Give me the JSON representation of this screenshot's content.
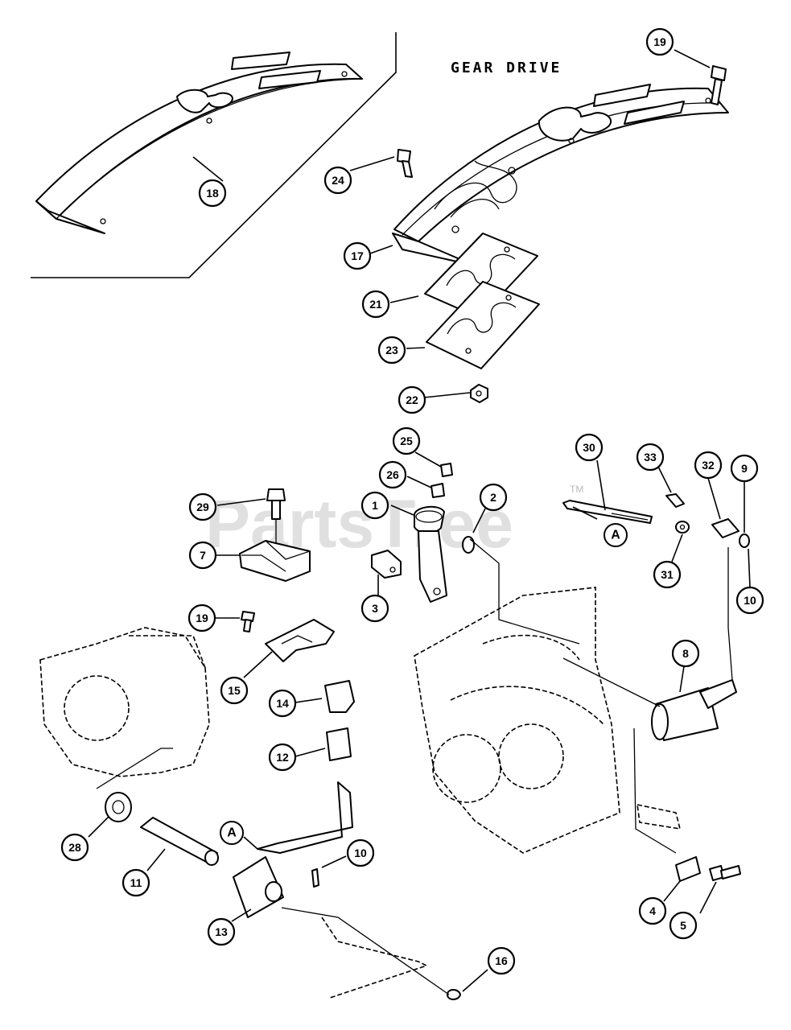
{
  "diagram": {
    "title": "GEAR DRIVE",
    "watermark": "PartsTree",
    "watermark_tm": "TM",
    "reference_marker": "A",
    "callouts": [
      "1",
      "2",
      "3",
      "4",
      "5",
      "7",
      "8",
      "9",
      "10",
      "10",
      "11",
      "12",
      "13",
      "14",
      "15",
      "16",
      "17",
      "18",
      "19",
      "19",
      "21",
      "22",
      "23",
      "24",
      "25",
      "26",
      "28",
      "29",
      "30",
      "31",
      "32",
      "33"
    ]
  }
}
